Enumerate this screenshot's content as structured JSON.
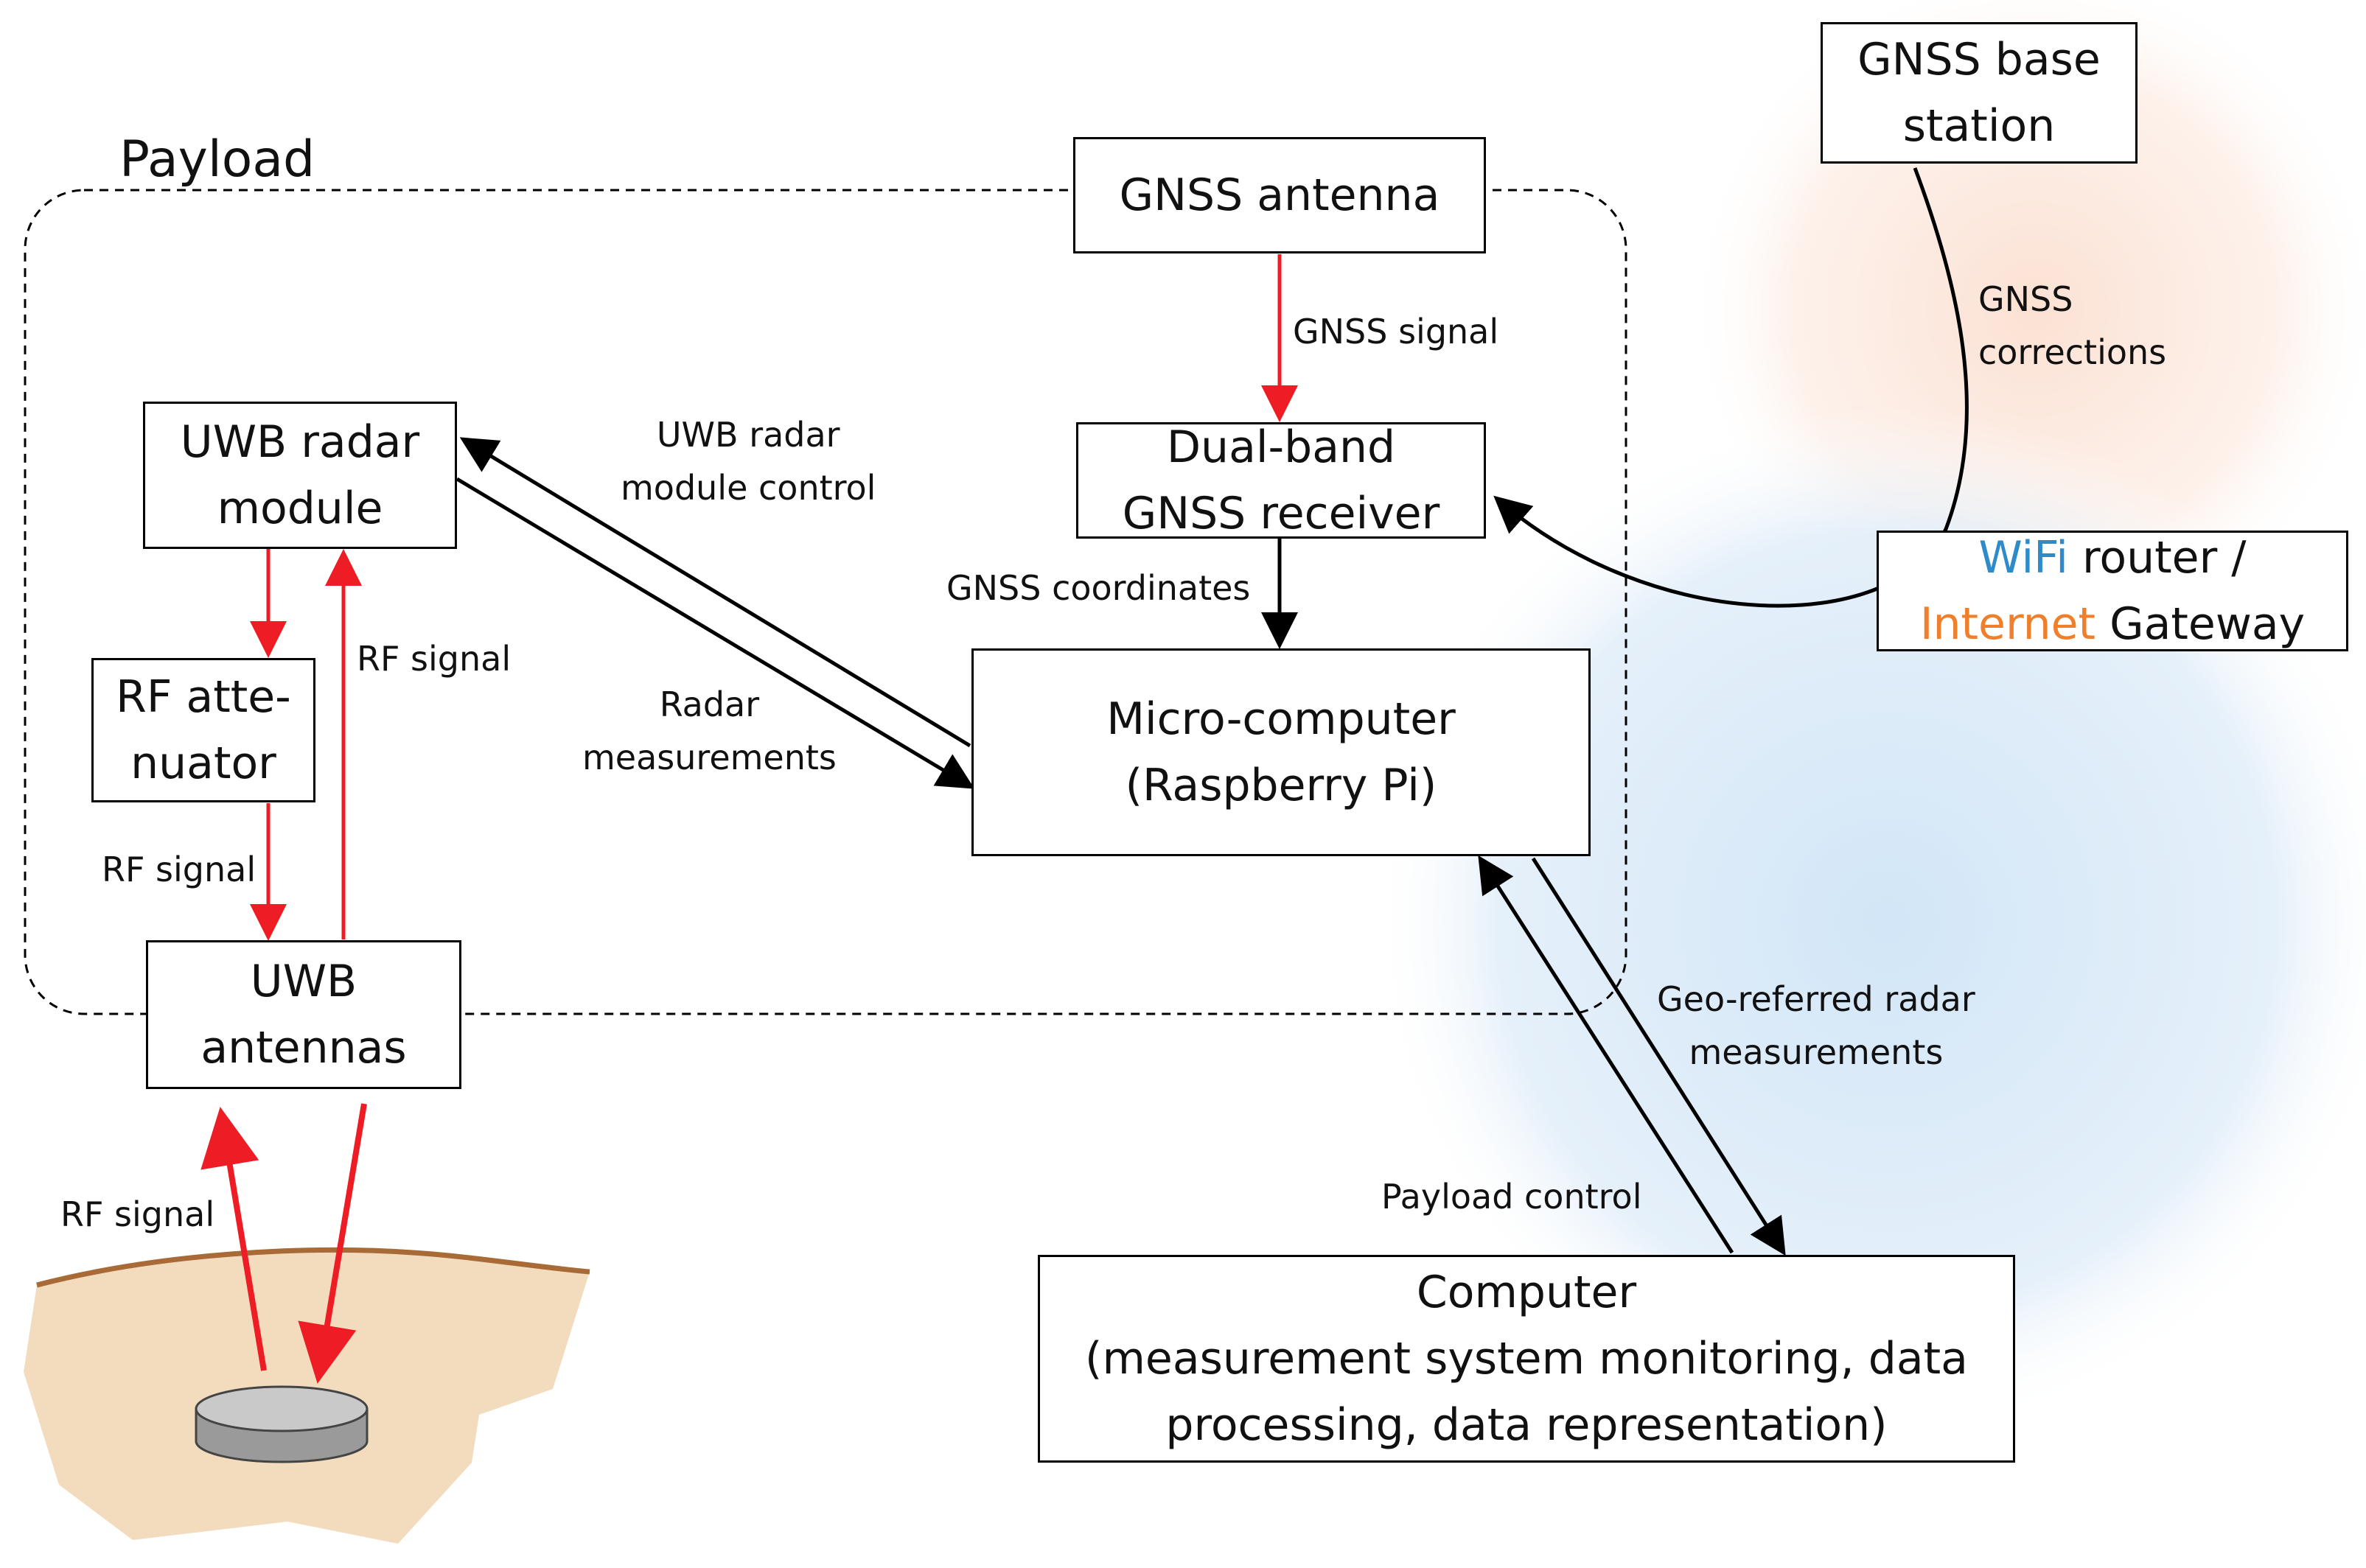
{
  "payload_label": "Payload",
  "boxes": {
    "gnss_base": [
      "GNSS base",
      "station"
    ],
    "gnss_antenna": [
      "GNSS antenna"
    ],
    "gnss_receiver": [
      "Dual-band",
      "GNSS receiver"
    ],
    "uwb_module": [
      "UWB radar",
      "module"
    ],
    "rf_attenuator": [
      "RF atte-",
      "nuator"
    ],
    "micro_computer": [
      "Micro-computer",
      "(Raspberry Pi)"
    ],
    "uwb_antennas": [
      "UWB",
      "antennas"
    ],
    "computer": [
      "Computer",
      "(measurement system monitoring, data",
      "processing, data representation)"
    ]
  },
  "router": {
    "wifi": "WiFi",
    "router_rest": " router /",
    "internet": "Internet",
    "gateway_rest": " Gateway"
  },
  "labels": {
    "gnss_signal": "GNSS signal",
    "gnss_corrections": [
      "GNSS",
      "corrections"
    ],
    "uwb_module_control": [
      "UWB radar",
      "module control"
    ],
    "gnss_coordinates": "GNSS coordinates",
    "radar_measurements": [
      "Radar",
      "measurements"
    ],
    "rf_signal_up": "RF signal",
    "rf_signal_down": "RF signal",
    "rf_signal_ground": "RF signal",
    "geo_referred": [
      "Geo-referred radar",
      "measurements"
    ],
    "payload_control": "Payload control"
  },
  "colors": {
    "rf_arrow": "#ee1c24",
    "data_arrow": "#000000",
    "wifi_text": "#2e8bc9",
    "internet_text": "#ef7f2a",
    "ground_fill": "#f2dcbd",
    "ground_line": "#a86a36"
  }
}
